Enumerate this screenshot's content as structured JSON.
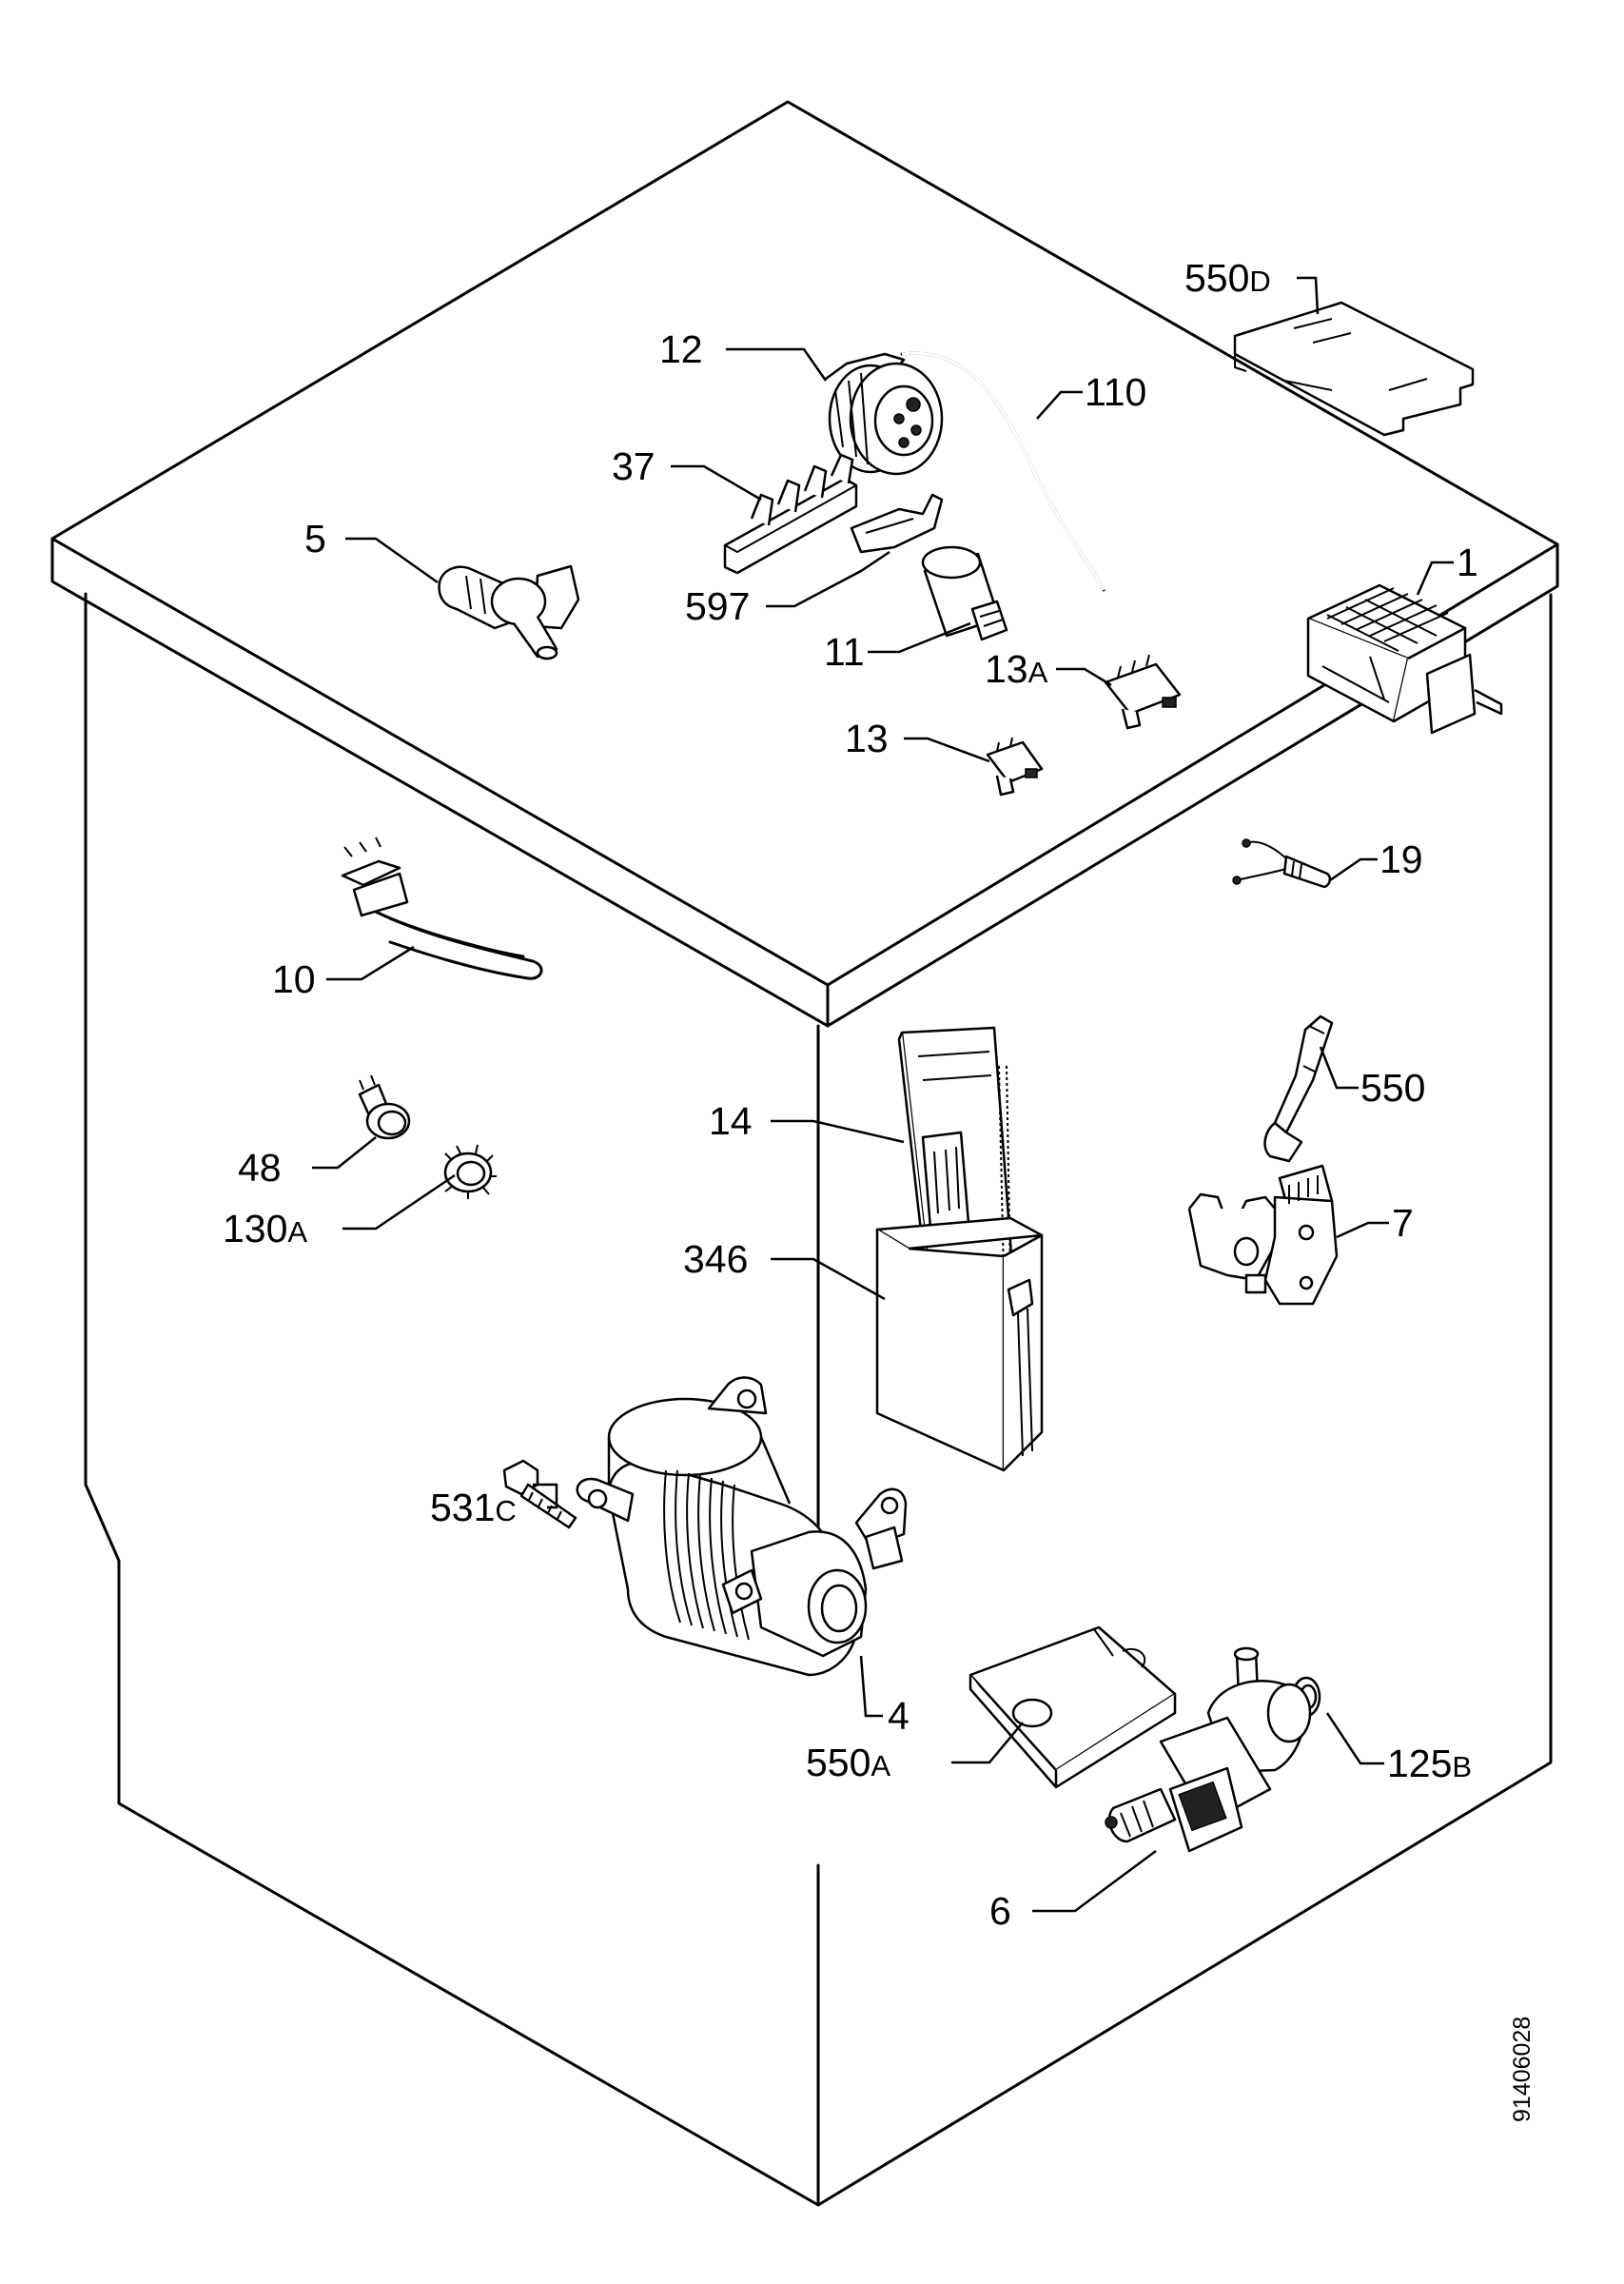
{
  "diagram": {
    "drawing_number": "91406028",
    "parts": [
      {
        "key": "p550D",
        "num": "550",
        "suffix": "D"
      },
      {
        "key": "p12",
        "num": "12",
        "suffix": ""
      },
      {
        "key": "p110",
        "num": "110",
        "suffix": ""
      },
      {
        "key": "p37",
        "num": "37",
        "suffix": ""
      },
      {
        "key": "p5",
        "num": "5",
        "suffix": ""
      },
      {
        "key": "p597",
        "num": "597",
        "suffix": ""
      },
      {
        "key": "p11",
        "num": "11",
        "suffix": ""
      },
      {
        "key": "p1",
        "num": "1",
        "suffix": ""
      },
      {
        "key": "p13A",
        "num": "13",
        "suffix": "A"
      },
      {
        "key": "p13",
        "num": "13",
        "suffix": ""
      },
      {
        "key": "p19",
        "num": "19",
        "suffix": ""
      },
      {
        "key": "p10",
        "num": "10",
        "suffix": ""
      },
      {
        "key": "p550",
        "num": "550",
        "suffix": ""
      },
      {
        "key": "p14",
        "num": "14",
        "suffix": ""
      },
      {
        "key": "p48",
        "num": "48",
        "suffix": ""
      },
      {
        "key": "p7",
        "num": "7",
        "suffix": ""
      },
      {
        "key": "p130A",
        "num": "130",
        "suffix": "A"
      },
      {
        "key": "p346",
        "num": "346",
        "suffix": ""
      },
      {
        "key": "p531C",
        "num": "531",
        "suffix": "C"
      },
      {
        "key": "p4",
        "num": "4",
        "suffix": ""
      },
      {
        "key": "p125B",
        "num": "125",
        "suffix": "B"
      },
      {
        "key": "p550A",
        "num": "550",
        "suffix": "A"
      },
      {
        "key": "p6",
        "num": "6",
        "suffix": ""
      }
    ]
  }
}
